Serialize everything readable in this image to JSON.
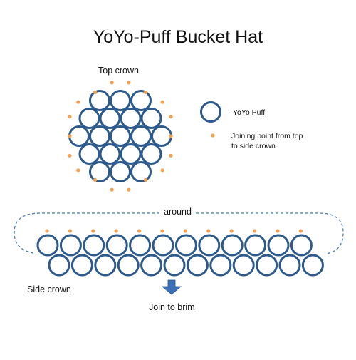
{
  "title": "YoYo-Puff  Bucket Hat",
  "labels": {
    "top_crown": "Top crown",
    "around": "around",
    "side_crown": "Side crown",
    "join_to_brim": "Join to brim"
  },
  "legend": {
    "puff": "YoYo Puff",
    "joining_point": "Joining point from top to side crown"
  },
  "colors": {
    "puff_stroke": "#2d5a8c",
    "joining_dot": "#f0a050",
    "dashed_line": "#4a7ab5",
    "arrow": "#3b6fb6"
  },
  "top_crown": {
    "puff_rows": [
      3,
      4,
      5,
      4,
      3
    ],
    "joining_points": 18
  },
  "side_crown": {
    "rows": 2,
    "puffs_per_row": 12,
    "joining_points": 12
  }
}
